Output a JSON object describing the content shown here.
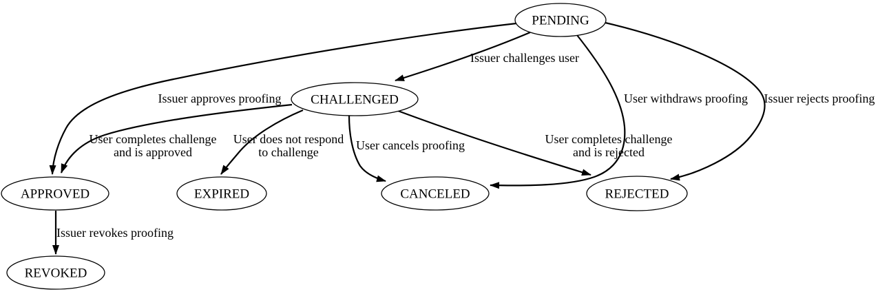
{
  "diagram": {
    "type": "state-machine-graph",
    "background_color": "#ffffff",
    "colors": {
      "node_stroke": "#000000",
      "node_fill": "#ffffff",
      "edge_stroke": "#000000",
      "text": "#000000"
    },
    "nodes": [
      {
        "id": "pending",
        "label": "PENDING"
      },
      {
        "id": "challenged",
        "label": "CHALLENGED"
      },
      {
        "id": "approved",
        "label": "APPROVED"
      },
      {
        "id": "expired",
        "label": "EXPIRED"
      },
      {
        "id": "canceled",
        "label": "CANCELED"
      },
      {
        "id": "rejected",
        "label": "REJECTED"
      },
      {
        "id": "revoked",
        "label": "REVOKED"
      }
    ],
    "edges": [
      {
        "from": "pending",
        "to": "challenged",
        "label_lines": [
          "Issuer challenges user"
        ]
      },
      {
        "from": "pending",
        "to": "approved",
        "label_lines": [
          "Issuer approves proofing"
        ]
      },
      {
        "from": "pending",
        "to": "canceled",
        "label_lines": [
          "User withdraws proofing"
        ]
      },
      {
        "from": "pending",
        "to": "rejected",
        "label_lines": [
          "Issuer rejects proofing"
        ]
      },
      {
        "from": "challenged",
        "to": "approved",
        "label_lines": [
          "User completes challenge",
          "and is approved"
        ]
      },
      {
        "from": "challenged",
        "to": "expired",
        "label_lines": [
          "User does not respond",
          "to challenge"
        ]
      },
      {
        "from": "challenged",
        "to": "canceled",
        "label_lines": [
          "User cancels proofing"
        ]
      },
      {
        "from": "challenged",
        "to": "rejected",
        "label_lines": [
          "User completes challenge",
          "and is rejected"
        ]
      },
      {
        "from": "approved",
        "to": "revoked",
        "label_lines": [
          "Issuer revokes proofing"
        ]
      }
    ]
  }
}
